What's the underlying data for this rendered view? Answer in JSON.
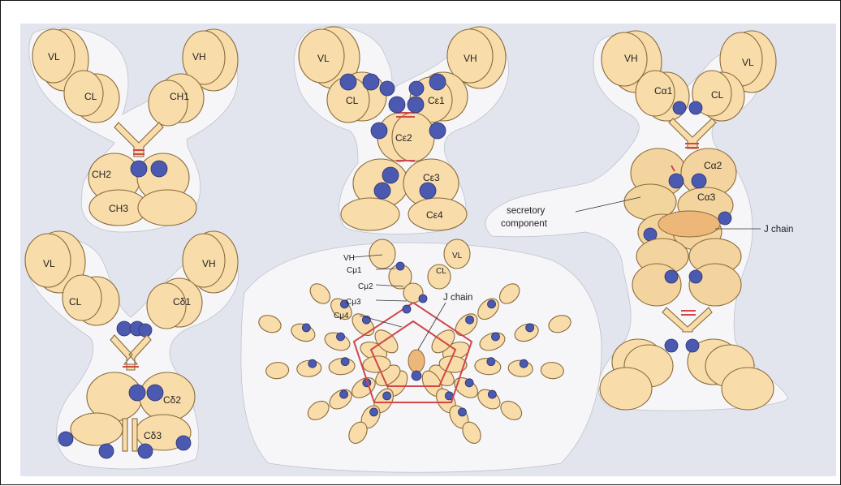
{
  "diagram": {
    "igg": {
      "vl": "VL",
      "vh": "VH",
      "cl": "CL",
      "ch1": "CH1",
      "ch2": "CH2",
      "ch3": "CH3"
    },
    "ige": {
      "vl": "VL",
      "vh": "VH",
      "cl": "CL",
      "ce1": "Cε1",
      "ce2": "Cε2",
      "ce3": "Cε3",
      "ce4": "Cε4"
    },
    "iga": {
      "vh": "VH",
      "vl": "VL",
      "ca1": "Cα1",
      "cl": "CL",
      "ca2": "Cα2",
      "ca3": "Cα3",
      "secretory_1": "secretory",
      "secretory_2": "component",
      "jchain": "J chain"
    },
    "igd": {
      "vl": "VL",
      "vh": "VH",
      "cl": "CL",
      "cd1": "Cδ1",
      "cd2": "Cδ2",
      "cd3": "Cδ3"
    },
    "igm": {
      "vh": "VH",
      "vl": "VL",
      "cl": "CL",
      "cmu1": "Cμ1",
      "cmu2": "Cμ2",
      "cmu3": "Cμ3",
      "cmu4": "Cμ4",
      "jchain": "J chain"
    }
  },
  "colors": {
    "domain": "#f8dcaa",
    "carbohydrate": "#4b5ab0",
    "disulfide": "#d0474a",
    "background": "#e3e5ee"
  }
}
